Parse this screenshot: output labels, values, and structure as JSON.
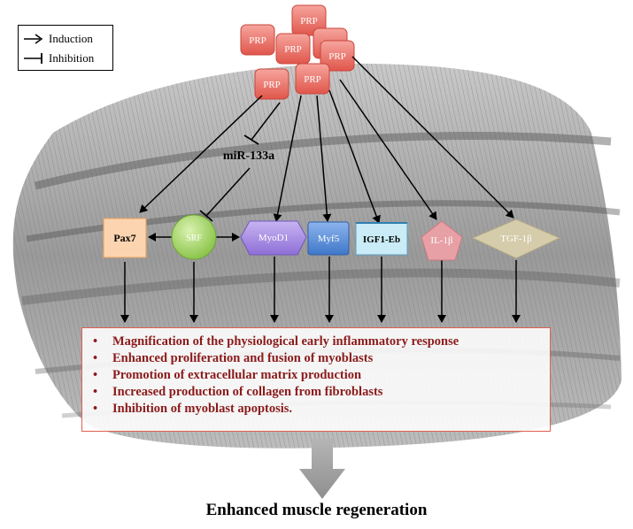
{
  "legend": {
    "induction_label": "Induction",
    "inhibition_label": "Inhibition"
  },
  "prp_blocks": [
    "PRP",
    "PRP",
    "PRP",
    "PRP",
    "PRP",
    "PRP",
    "PRP"
  ],
  "mirna_label": "miR-133a",
  "factors": {
    "pax7": "Pax7",
    "srf": "SRF",
    "myod1": "MyoD1",
    "myf5": "Myf5",
    "igf1": "IGF1-Eb",
    "il1b": "IL-1β",
    "tgf1b": "TGF-1β"
  },
  "colors": {
    "prp": "#e8736a",
    "pax7": "#fcd5b0",
    "srf": "#a9d86e",
    "myod1": "#a78be0",
    "myf5": "#5b8fd9",
    "igf1": "#c9ecf6",
    "il1b": "#e7a0a5",
    "tgf1b": "#d4ccaa",
    "outcome_text": "#8b1a1a",
    "outcome_border": "#e06050"
  },
  "outcomes": [
    "Magnification of the physiological early inflammatory response",
    "Enhanced proliferation and fusion of myoblasts",
    "Promotion of extracellular matrix production",
    "Increased production of collagen from fibroblasts",
    "Inhibition of myoblast apoptosis."
  ],
  "final_label": "Enhanced muscle regeneration"
}
